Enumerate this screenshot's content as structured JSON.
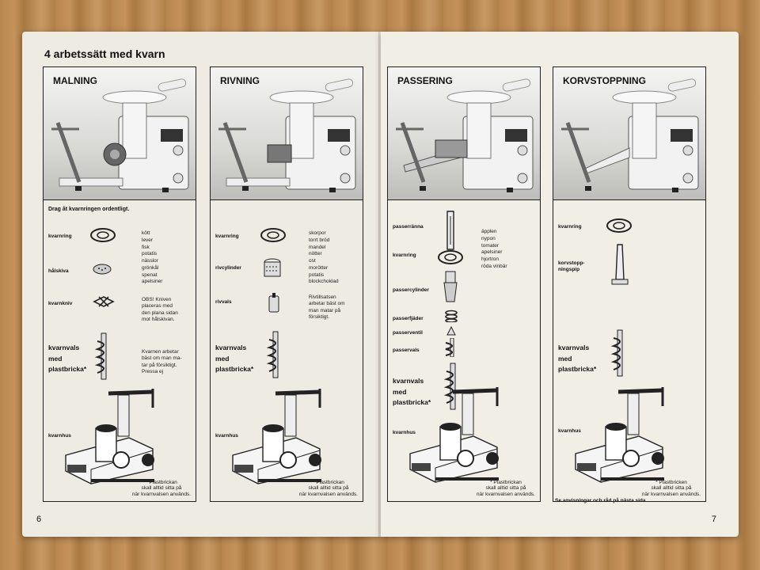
{
  "main_title": "4 arbetssätt med kvarn",
  "page_left_num": "6",
  "page_right_num": "7",
  "footer_note": "Se anvisningar och råd på nästa sida.",
  "columns": [
    {
      "title": "MALNING",
      "intro": "Drag åt kvarnringen ordentligt.",
      "parts": [
        "kvarnring",
        "hålskiva",
        "kvarnkniv",
        "kvarnvals\nmed\nplastbricka*",
        "kvarnhus"
      ],
      "items": [
        "kött",
        "lever",
        "fisk",
        "potatis",
        "nässlor",
        "grönkål",
        "spenat",
        "apelsiner"
      ],
      "note1": "OBS! Kniven\nplaceras med\nden plana sidan\nmot hålskivan.",
      "note2": "Kvarnen arbetar\nbäst om man ma-\ntar på försiktigt.\nPressa ej",
      "footnote": "* Plastbrickan\nskall alltid sitta på\nnär kvarnvalsen används."
    },
    {
      "title": "RIVNING",
      "parts": [
        "kvarnring",
        "rivcylinder",
        "rivvals",
        "kvarnvals\nmed\nplastbricka*",
        "kvarnhus"
      ],
      "items": [
        "skorpor",
        "torrt bröd",
        "mandel",
        "nötter",
        "ost",
        "morötter",
        "potatis",
        "blockchoklad"
      ],
      "note1": "Rivtillsatsen\narbetar bäst om\nman matar på\nförsiktigt.",
      "footnote": "* Plastbrickan\nskall alltid sitta på\nnär kvarnvalsen används."
    },
    {
      "title": "PASSERING",
      "parts": [
        "passerränna",
        "kvarnring",
        "passercylinder",
        "passerfjäder",
        "passerventil",
        "passervals",
        "kvarnvals\nmed\nplastbricka*",
        "kvarnhus"
      ],
      "items": [
        "äpplen",
        "nypon",
        "tomater",
        "apelsiner",
        "hjortron",
        "röda vinbär"
      ],
      "footnote": "* Plastbrickan\nskall alltid sitta på\nnär kvarnvalsen används."
    },
    {
      "title": "KORVSTOPPNING",
      "parts": [
        "kvarnring",
        "korvstopp-\nningspip",
        "kvarnvals\nmed\nplastbricka*",
        "kvarnhus"
      ],
      "footnote": "* Plastbricken\nskall alltid sitta på\nnär kvarnvalsen används."
    }
  ]
}
